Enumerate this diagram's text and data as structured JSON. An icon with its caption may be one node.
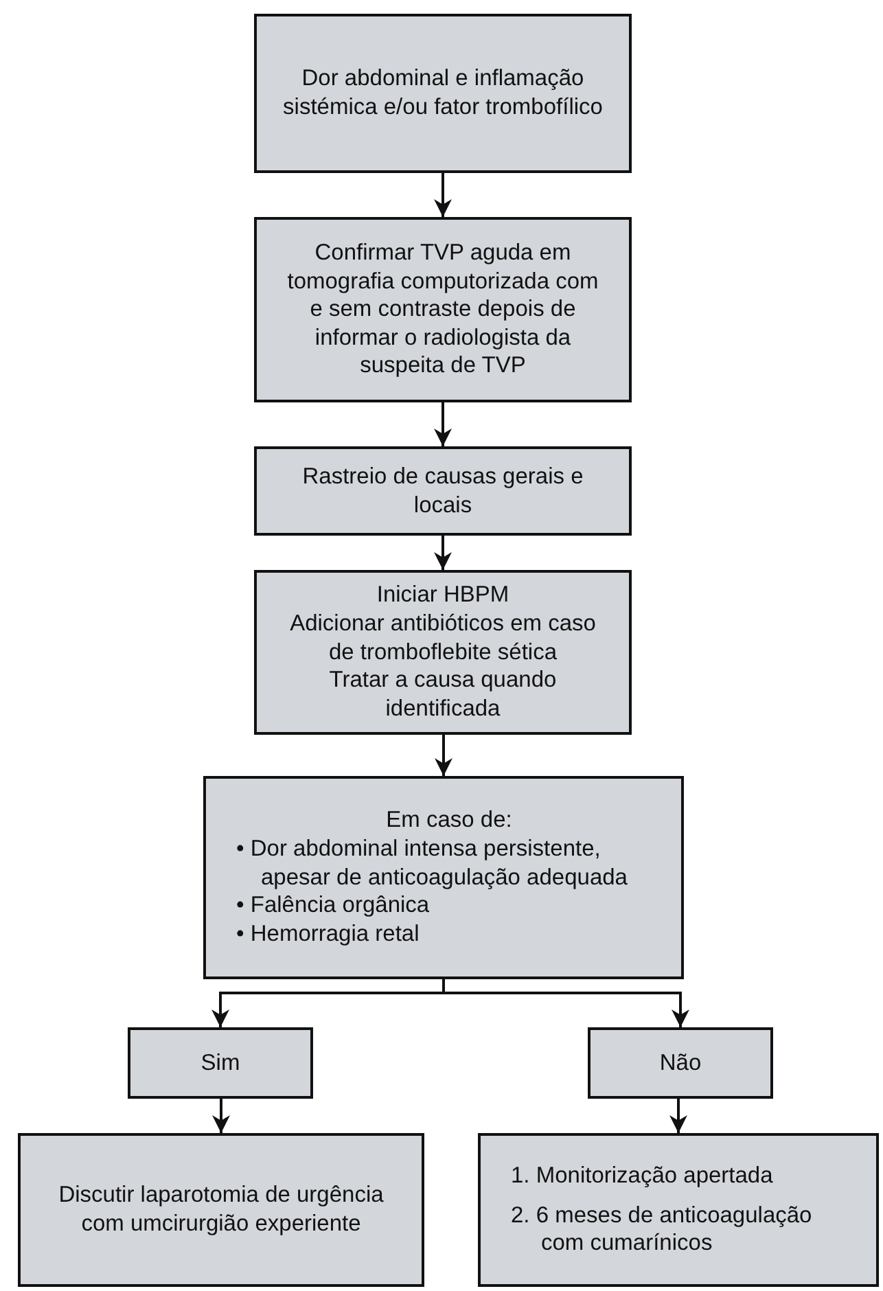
{
  "diagram": {
    "nodes": [
      {
        "text": [
          "Dor abdominal e inflamação sistémica e/ou fator trombofílico"
        ]
      },
      {
        "text": [
          "Confirmar TVP aguda em tomografia computorizada com e sem contraste depois de informar o radiologista da suspeita de TVP"
        ]
      },
      {
        "text": [
          "Rastreio de causas gerais e locais"
        ]
      },
      {
        "text": [
          "Iniciar HBPM",
          "Adicionar antibióticos em caso de tromboflebite sética",
          "Tratar a causa quando identificada"
        ]
      },
      {
        "text": [
          "Em caso de:",
          "• Dor abdominal intensa persistente, apesar de anticoagulação adequada",
          "• Falência orgânica",
          "• Hemorragia retal"
        ]
      },
      {
        "text": [
          "Sim"
        ]
      },
      {
        "text": [
          "Não"
        ]
      },
      {
        "text": [
          "Discutir laparotomia de urgência com umcirurgião experiente"
        ]
      },
      {
        "text": [
          "1. Monitorização apertada",
          "2. 6 meses de anticoagulação com cumarínicos"
        ]
      }
    ],
    "edges": [
      {
        "from": 0,
        "to": 1,
        "arrow": "to"
      },
      {
        "from": 1,
        "to": 2,
        "arrow": "to"
      },
      {
        "from": 2,
        "to": 3,
        "arrow": "to"
      },
      {
        "from": 3,
        "to": 4,
        "arrow": "to"
      },
      {
        "from": 4,
        "to": 5,
        "arrow": "to"
      },
      {
        "from": 4,
        "to": 6,
        "arrow": "to"
      },
      {
        "from": 5,
        "to": 7,
        "arrow": "to"
      },
      {
        "from": 6,
        "to": 8,
        "arrow": "to"
      }
    ]
  }
}
